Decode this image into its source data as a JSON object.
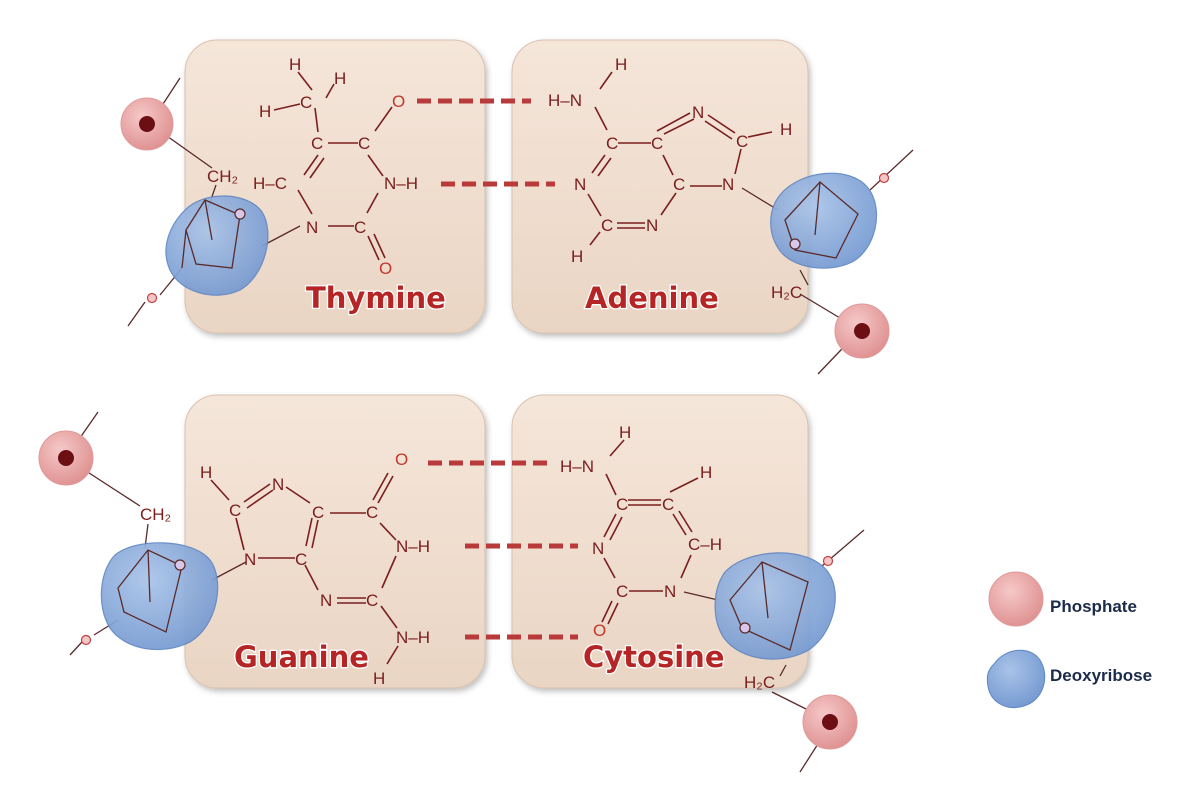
{
  "bases": {
    "thymine": "Thymine",
    "adenine": "Adenine",
    "guanine": "Guanine",
    "cytosine": "Cytosine"
  },
  "atoms": {
    "H": "H",
    "C": "C",
    "N": "N",
    "O": "O",
    "CH2": "CH₂",
    "H2C": "H₂C",
    "NH": "N–H",
    "HN": "H–N",
    "HC": "H–C",
    "CH": "C–H"
  },
  "legend": {
    "phosphate": "Phosphate",
    "deoxyribose": "Deoxyribose"
  },
  "colors": {
    "panel": "#efdccd",
    "phosphate": "#e8a2a2",
    "phosphate_core": "#6b0f14",
    "deoxyribose": "#7fa3d6",
    "text": "#7a1e1e",
    "label": "#b52525",
    "hbond": "#b83a3a"
  }
}
